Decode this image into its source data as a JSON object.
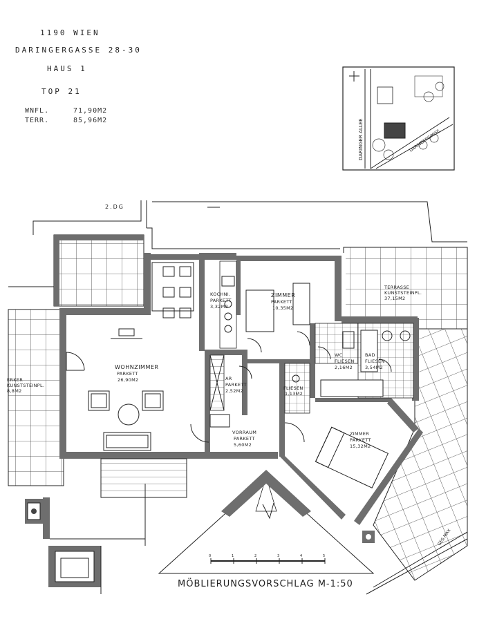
{
  "header": {
    "line1": "1190 WIEN",
    "line2": "DARINGERGASSE 28-30",
    "line3": "HAUS 1",
    "line4": "TOP 21",
    "wnfl_label": "WNFL.",
    "wnfl_value": "71,90M2",
    "terr_label": "TERR.",
    "terr_value": "85,96M2"
  },
  "site_plan": {
    "street1": "DARINGERGASSE",
    "street2": "DARINGER ALLEE"
  },
  "floor_label": "2.DG",
  "rooms": {
    "wohnzimmer": {
      "name": "WOHNZIMMER",
      "floor": "PARKETT",
      "area": "26,90M2"
    },
    "kochnische": {
      "name": "KOCHNI.",
      "floor": "PARKETT",
      "area": "3,32M2"
    },
    "zimmer1": {
      "name": "ZIMMER",
      "floor": "PARKETT",
      "area": "10,35M2"
    },
    "terrasse": {
      "name": "TERRASSE",
      "floor": "KUNSTSTEINPL.",
      "area": "37,15M2"
    },
    "wc": {
      "name": "WC",
      "floor": "FLIESEN",
      "area": "2,16M2"
    },
    "bad": {
      "name": "BAD",
      "floor": "FLIESEN",
      "area": "3,54M2"
    },
    "ar": {
      "name": "AR",
      "floor": "PARKETT",
      "area": "2,52M2"
    },
    "fliesen_small": {
      "name": "FLIESEN",
      "area": "1,13M2"
    },
    "vorraum": {
      "name": "VORRAUM",
      "floor": "PARKETT",
      "area": "5,60M2"
    },
    "zimmer2": {
      "name": "ZIMMER",
      "floor": "PARKETT",
      "area": "15,32M2"
    },
    "erker": {
      "name": "ERKER",
      "floor": "KUNSTSTEINPL.",
      "area": "8,8M2"
    }
  },
  "scale": {
    "ticks": [
      "0",
      "1",
      "2",
      "3",
      "4",
      "5"
    ],
    "title": "MÖBLIERUNGSVORSCHLAG  M-1:50"
  },
  "ges_label": "GES.MAX"
}
